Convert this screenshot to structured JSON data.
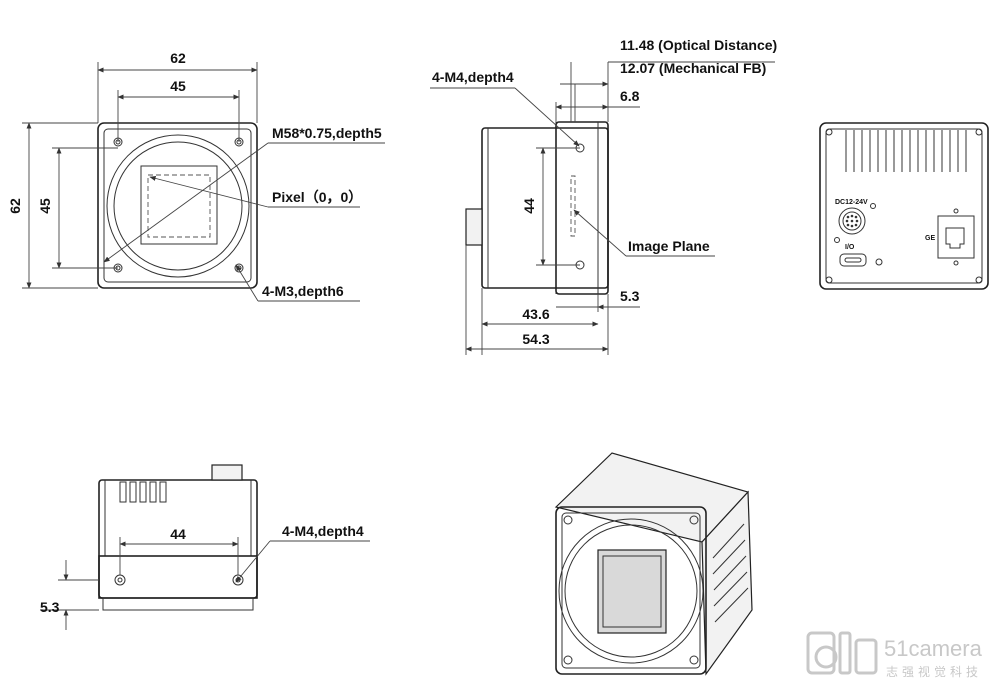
{
  "front_view": {
    "dim_width_outer": "62",
    "dim_width_inner": "45",
    "dim_height_outer": "62",
    "dim_height_inner": "45",
    "callout_mount": "M58*0.75,depth5",
    "callout_pixel": "Pixel（0，0）",
    "callout_holes": "4-M3,depth6"
  },
  "side_view": {
    "callout_holes": "4-M4,depth4",
    "optical_distance": "11.48 (Optical Distance)",
    "mechanical_fb": "12.07 (Mechanical FB)",
    "dim_flange": "6.8",
    "dim_height": "44",
    "callout_image_plane": "Image Plane",
    "dim_5_3": "5.3",
    "dim_43_6": "43.6",
    "dim_54_3": "54.3"
  },
  "rear_view": {
    "power_label": "DC12-24V",
    "io_label": "I/O",
    "ge_label": "GE"
  },
  "bottom_view": {
    "dim_44": "44",
    "callout_holes": "4-M4,depth4",
    "dim_5_3": "5.3"
  },
  "watermark": {
    "brand": "51camera",
    "tagline": "志强视觉科技"
  }
}
